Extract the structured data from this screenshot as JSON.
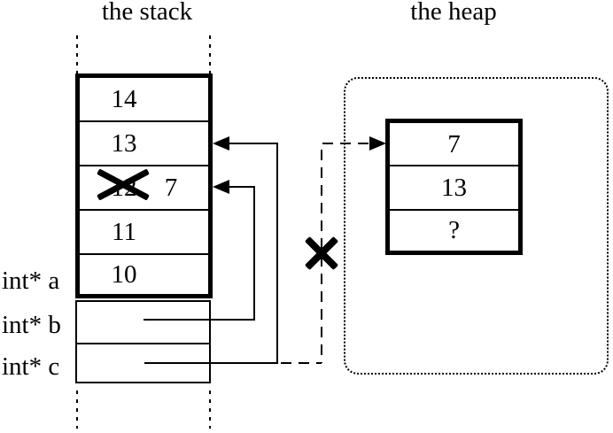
{
  "stack": {
    "title": "the stack",
    "cells": [
      "14",
      "13",
      "12",
      "11",
      "10"
    ],
    "replacement_value": "7",
    "labels": [
      "int* a",
      "int* b",
      "int* c"
    ]
  },
  "heap": {
    "title": "the heap",
    "cells": [
      "7",
      "13",
      "?"
    ]
  },
  "colors": {
    "ink": "#000000",
    "background": "#ffffff"
  },
  "icons": {
    "crossed_out_old_value": "cross-icon",
    "severed_heap_pointer": "cross-icon",
    "pointer_into_stack": "arrowhead-left-icon",
    "pointer_into_heap": "arrowhead-right-icon"
  }
}
